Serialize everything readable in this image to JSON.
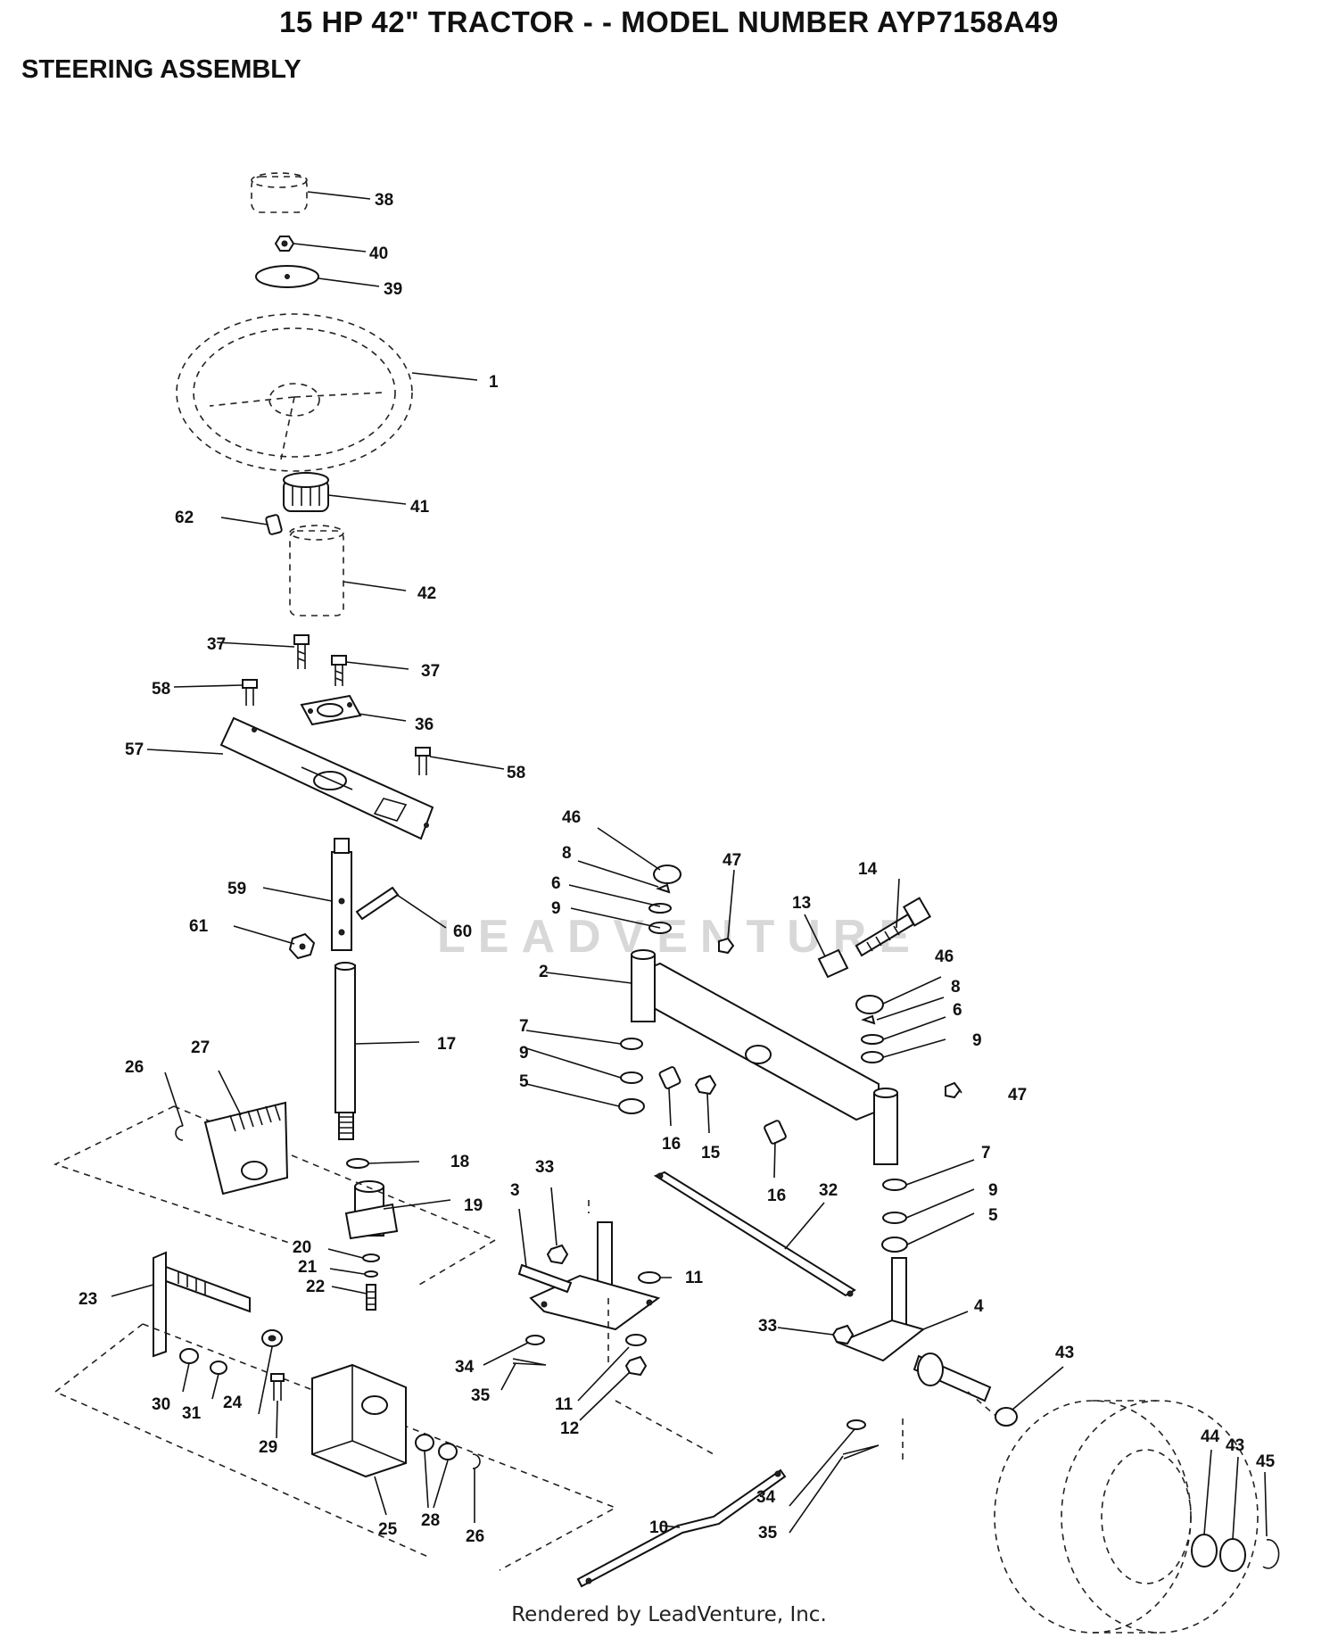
{
  "header": {
    "title": "15 HP 42\" TRACTOR - - MODEL NUMBER AYP7158A49",
    "section": "STEERING ASSEMBLY"
  },
  "watermark": "LEADVENTURE",
  "footer": "Rendered by LeadVenture, Inc.",
  "callouts": {
    "c38": "38",
    "c40": "40",
    "c39": "39",
    "c1": "1",
    "c41": "41",
    "c62": "62",
    "c42": "42",
    "c37a": "37",
    "c37b": "37",
    "c58a": "58",
    "c36": "36",
    "c57": "57",
    "c58b": "58",
    "c59": "59",
    "c60": "60",
    "c61": "61",
    "c17": "17",
    "c26a": "26",
    "c27": "27",
    "c18": "18",
    "c19": "19",
    "c20": "20",
    "c21": "21",
    "c22": "22",
    "c23": "23",
    "c30": "30",
    "c31": "31",
    "c24": "24",
    "c29": "29",
    "c25": "25",
    "c28": "28",
    "c26b": "26",
    "c46a": "46",
    "c8a": "8",
    "c6a": "6",
    "c9a": "9",
    "c47a": "47",
    "c14": "14",
    "c13": "13",
    "c2": "2",
    "c46b": "46",
    "c8b": "8",
    "c6b": "6",
    "c9b": "9",
    "c7a": "7",
    "c9c": "9",
    "c5a": "5",
    "c16a": "16",
    "c15": "15",
    "c47b": "47",
    "c16b": "16",
    "c7b": "7",
    "c9d": "9",
    "c5b": "5",
    "c3": "3",
    "c33a": "33",
    "c32": "32",
    "c11a": "11",
    "c4": "4",
    "c33b": "33",
    "c34a": "34",
    "c35a": "35",
    "c11b": "11",
    "c12": "12",
    "c10": "10",
    "c34b": "34",
    "c35b": "35",
    "c43a": "43",
    "c44": "44",
    "c43b": "43",
    "c45": "45"
  }
}
